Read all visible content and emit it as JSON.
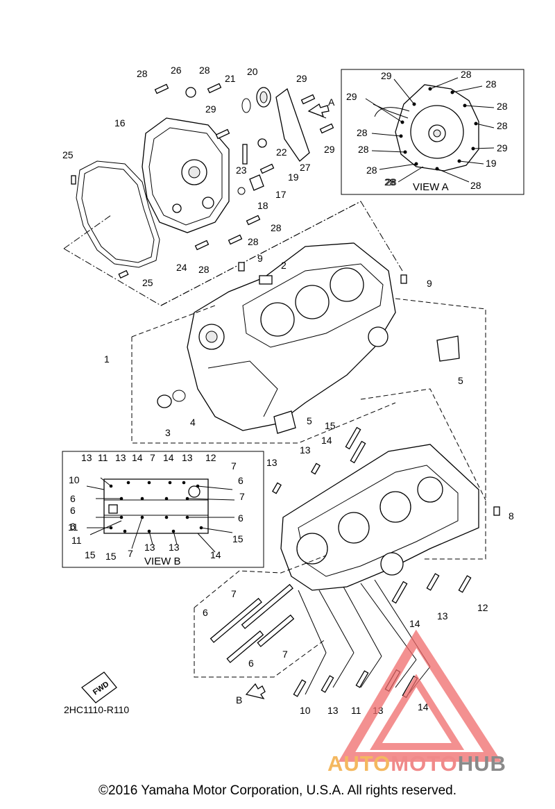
{
  "diagram": {
    "code": "2HC1110-R110",
    "copyright": "©2016 Yamaha Motor Corporation, U.S.A. All rights reserved.",
    "fwd_label": "FWD",
    "arrow_a": "A",
    "arrow_b": "B",
    "view_a": {
      "title": "VIEW A",
      "callouts": [
        "29",
        "28",
        "28",
        "29",
        "28",
        "28",
        "28",
        "28",
        "28",
        "29",
        "28",
        "19",
        "28",
        "28"
      ]
    },
    "view_b": {
      "title": "VIEW B",
      "callouts": [
        "13",
        "11",
        "13",
        "14",
        "7",
        "14",
        "13",
        "12",
        "10",
        "7",
        "6",
        "6",
        "6",
        "7",
        "6",
        "6",
        "11",
        "11",
        "15",
        "15",
        "7",
        "13",
        "13",
        "14",
        "15"
      ]
    },
    "callouts_main": [
      "28",
      "26",
      "28",
      "21",
      "20",
      "29",
      "16",
      "29",
      "22",
      "29",
      "25",
      "23",
      "19",
      "27",
      "17",
      "18",
      "28",
      "28",
      "24",
      "28",
      "25",
      "9",
      "2",
      "9",
      "1",
      "5",
      "4",
      "3",
      "5",
      "15",
      "14",
      "13",
      "13",
      "8",
      "7",
      "6",
      "6",
      "7",
      "14",
      "13",
      "12",
      "10",
      "13",
      "11",
      "13",
      "14"
    ]
  },
  "watermark": {
    "word_1": "AUTO",
    "word_2": "MOTO",
    "word_3": "HUB",
    "colors": {
      "auto": "#f4b860",
      "moto": "#f08a8a",
      "hub": "#8a8a8a",
      "triangle": "#ef6b6b"
    }
  }
}
